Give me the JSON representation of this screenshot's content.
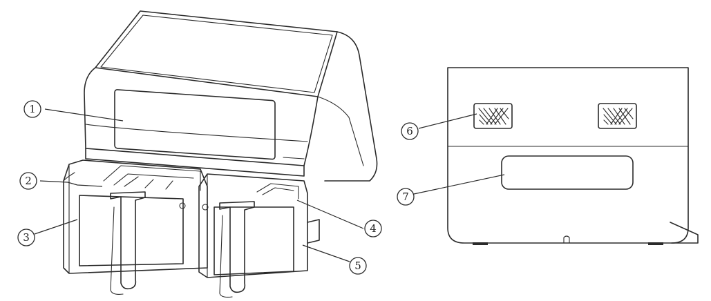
{
  "callouts": [
    {
      "id": "1",
      "label": "1"
    },
    {
      "id": "2",
      "label": "2"
    },
    {
      "id": "3",
      "label": "3"
    },
    {
      "id": "4",
      "label": "4"
    },
    {
      "id": "5",
      "label": "5"
    },
    {
      "id": "6",
      "label": "6"
    },
    {
      "id": "7",
      "label": "7"
    }
  ],
  "colors": {
    "line": "#2a2a2a",
    "background": "#ffffff"
  },
  "views": [
    "front-perspective-air-fryer",
    "rear-view-air-fryer"
  ]
}
